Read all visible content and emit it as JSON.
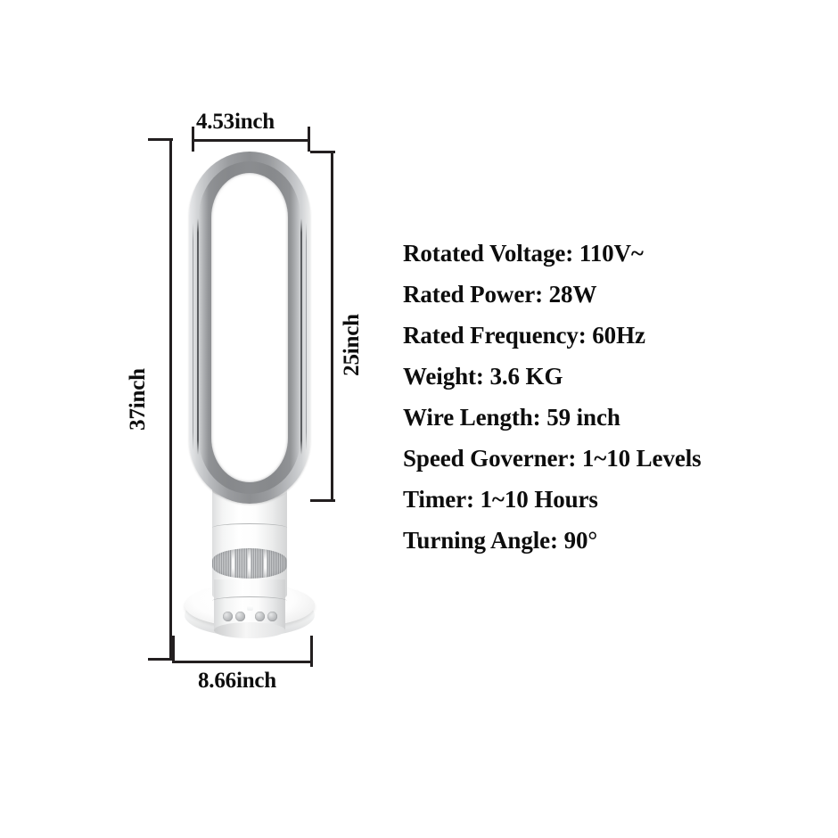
{
  "product": {
    "type": "bladeless-tower-fan",
    "illustration_alt": "Bladeless tower fan with oval air-multiplier loop on cylindrical base"
  },
  "dimensions": {
    "top_width": {
      "label": "4.53inch",
      "name": "loop-width"
    },
    "total_height": {
      "label": "37inch",
      "name": "overall-height"
    },
    "loop_height": {
      "label": "25inch",
      "name": "loop-height"
    },
    "base_width": {
      "label": "8.66inch",
      "name": "base-diameter"
    }
  },
  "specs": [
    {
      "label": "Rotated Voltage: 110V~",
      "key": "rotated-voltage"
    },
    {
      "label": "Rated Power: 28W",
      "key": "rated-power"
    },
    {
      "label": "Rated Frequency: 60Hz",
      "key": "rated-frequency"
    },
    {
      "label": "Weight: 3.6 KG",
      "key": "weight"
    },
    {
      "label": "Wire Length: 59 inch",
      "key": "wire-length"
    },
    {
      "label": "Speed Governer: 1~10 Levels",
      "key": "speed-governer"
    },
    {
      "label": "Timer: 1~10 Hours",
      "key": "timer"
    },
    {
      "label": "Turning Angle: 90°",
      "key": "turning-angle"
    }
  ],
  "colors": {
    "background": "#ffffff",
    "text": "#0d0d0d",
    "dimension_line": "#231f20",
    "fan_loop_silver": "#9a9c9f",
    "fan_body_white": "#ffffff",
    "grille_grey": "#b9bbbd"
  }
}
